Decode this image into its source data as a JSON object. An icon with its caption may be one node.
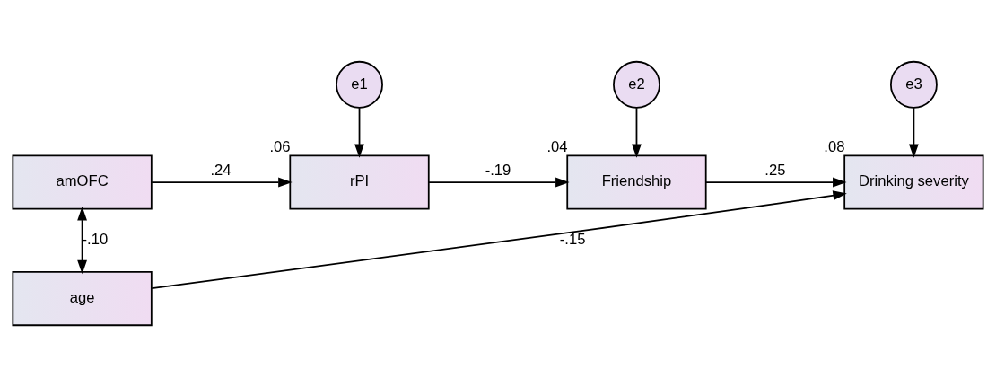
{
  "diagram": {
    "nodes": [
      {
        "text": [
          "e1"
        ]
      },
      {
        "text": [
          "e2"
        ]
      },
      {
        "text": [
          "e3"
        ]
      },
      {
        "text": [
          "amOFC"
        ]
      },
      {
        "text": [
          "rPI"
        ],
        "beside": [
          ".06"
        ]
      },
      {
        "text": [
          "Friendship"
        ],
        "beside": [
          ".04"
        ]
      },
      {
        "text": [
          "Drinking severity"
        ],
        "beside": [
          ".08"
        ]
      },
      {
        "text": [
          "age"
        ]
      }
    ],
    "edges": [
      {
        "from": 0,
        "to": 4,
        "arrow": "to"
      },
      {
        "from": 1,
        "to": 5,
        "arrow": "to"
      },
      {
        "from": 2,
        "to": 6,
        "arrow": "to"
      },
      {
        "from": 3,
        "to": 4,
        "arrow": "to",
        "label": ".24"
      },
      {
        "from": 4,
        "to": 5,
        "arrow": "to",
        "label": "-.19"
      },
      {
        "from": 5,
        "to": 6,
        "arrow": "to",
        "label": ".25"
      },
      {
        "from": 7,
        "to": 6,
        "arrow": "to",
        "label": "-.15"
      },
      {
        "from": 3,
        "to": 7,
        "arrow": "both",
        "label": "-.10"
      }
    ]
  }
}
